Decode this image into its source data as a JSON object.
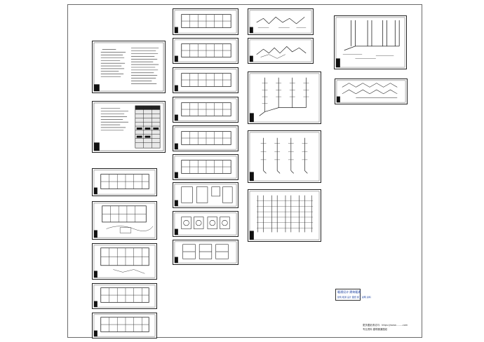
{
  "drawing_set": {
    "stamp": {
      "line1": "暖通设计·建筑暖通",
      "line2": "建筑 暖通 设计 图纸 施工 说明 资料"
    },
    "footnote": {
      "line1": "更多图纸请访问：https://www.........com",
      "line2": "专业资料·建筑暖通图纸"
    },
    "colors": {
      "frame": "#6a6a6a",
      "linework": "#222222",
      "stamp_text": "#1a3fa0",
      "background": "#ffffff"
    }
  }
}
